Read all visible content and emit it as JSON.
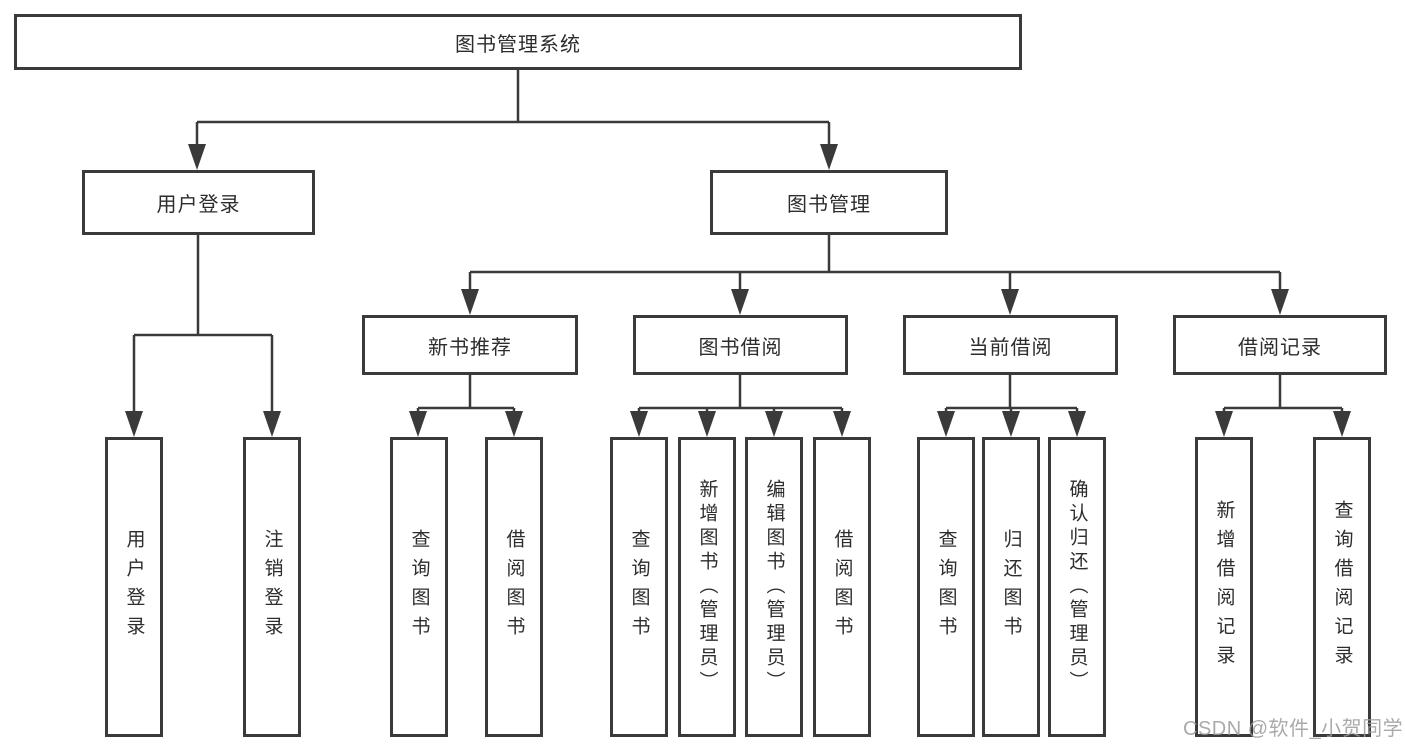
{
  "colors": {
    "line": "#3a3a3a",
    "box_border": "#3a3a3a",
    "text": "#2d2d2d",
    "watermark": "#9b9b9b",
    "background": "#ffffff"
  },
  "tree": {
    "root": {
      "label": "图书管理系统"
    },
    "branches": [
      {
        "label": "用户登录",
        "children": [
          {
            "label": "用户登录"
          },
          {
            "label": "注销登录"
          }
        ]
      },
      {
        "label": "图书管理",
        "children": [
          {
            "label": "新书推荐",
            "children": [
              {
                "label": "查询图书"
              },
              {
                "label": "借阅图书"
              }
            ]
          },
          {
            "label": "图书借阅",
            "children": [
              {
                "label": "查询图书"
              },
              {
                "label": "新增图书（管理员）"
              },
              {
                "label": "编辑图书（管理员）"
              },
              {
                "label": "借阅图书"
              }
            ]
          },
          {
            "label": "当前借阅",
            "children": [
              {
                "label": "查询图书"
              },
              {
                "label": "归还图书"
              },
              {
                "label": "确认归还（管理员）"
              }
            ]
          },
          {
            "label": "借阅记录",
            "children": [
              {
                "label": "新增借阅记录"
              },
              {
                "label": "查询借阅记录"
              }
            ]
          }
        ]
      }
    ]
  },
  "watermark": {
    "text": "CSDN @软件_小贺同学"
  }
}
